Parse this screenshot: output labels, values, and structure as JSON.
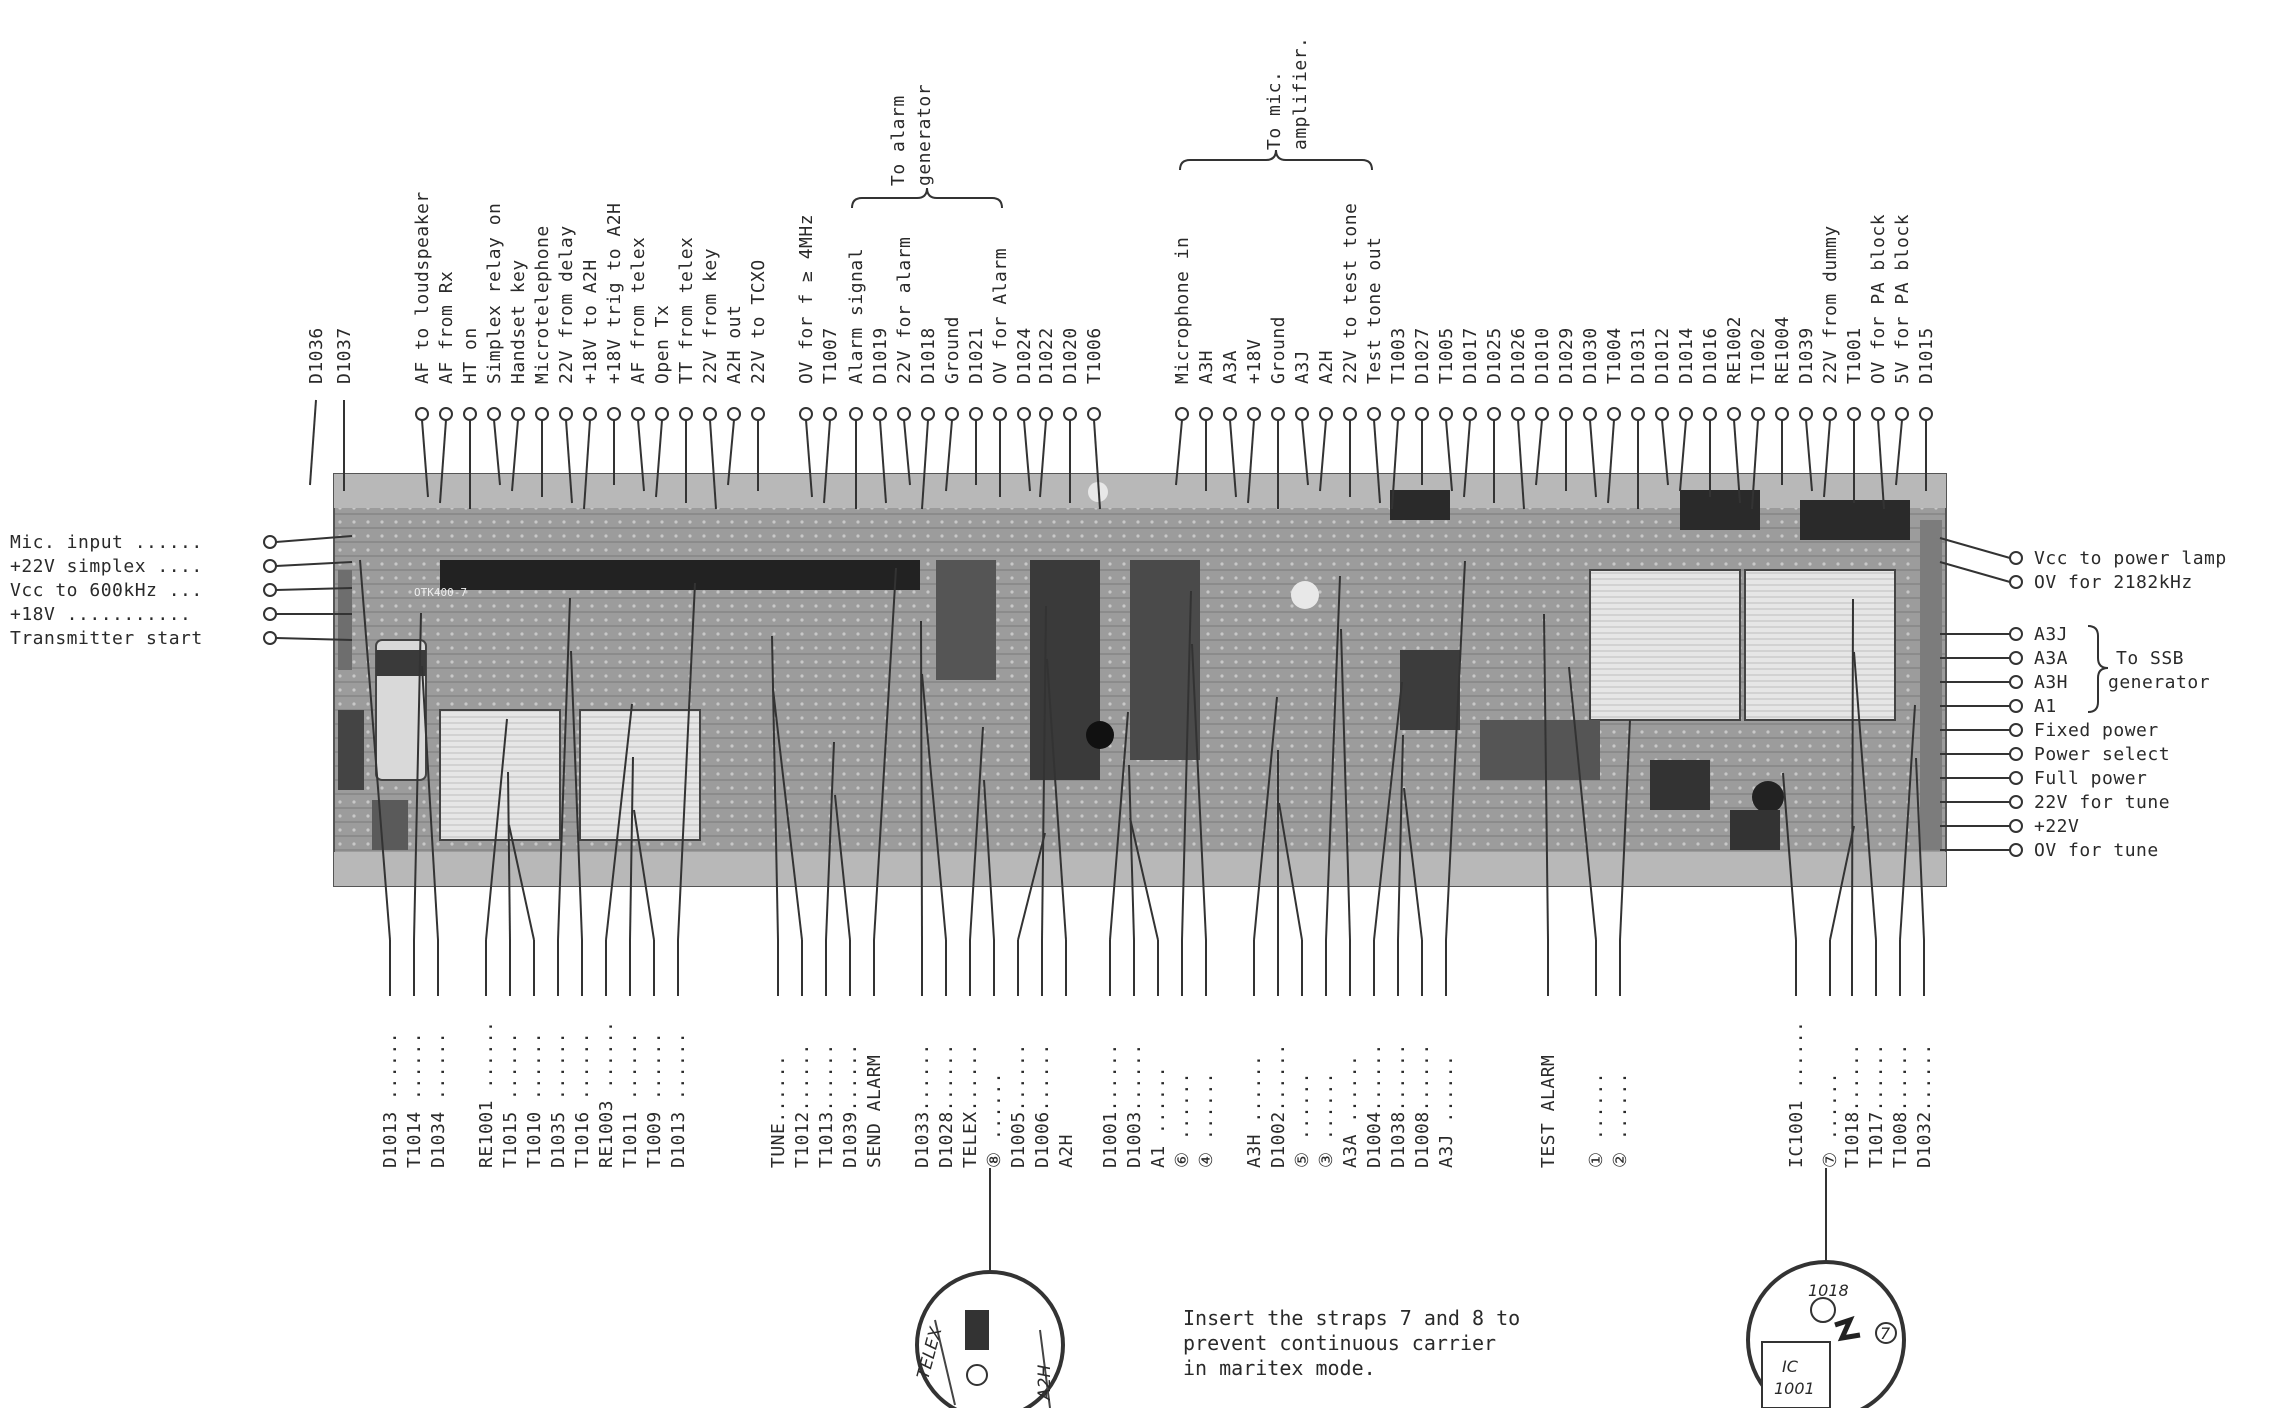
{
  "top_labels": [
    "D1036",
    "D1037",
    "AF to loudspeaker",
    "AF from Rx",
    "HT on",
    "Simplex relay on",
    "Handset key",
    "Microtelephone",
    "22V from delay",
    "+18V to A2H",
    "+18V trig to A2H",
    "AF from telex",
    "Open Tx",
    "TT from telex",
    "22V from key",
    "A2H out",
    "22V to TCXO",
    "OV for f ≥ 4MHz",
    "T1007",
    "Alarm signal",
    "22V for alarm",
    "Ground",
    "OV for Alarm",
    "D1019",
    "D1018",
    "D1021",
    "D1024",
    "D1022",
    "D1020",
    "T1006",
    "Microphone in",
    "A3H",
    "A3A",
    "+18V",
    "Ground",
    "A3J",
    "A2H",
    "22V to test tone",
    "Test tone out",
    "T1003",
    "D1027",
    "T1005",
    "D1017",
    "D1025",
    "D1026",
    "D1010",
    "D1029",
    "D1030",
    "T1004",
    "D1031",
    "D1012",
    "D1014",
    "D1016",
    "RE1002",
    "T1002",
    "RE1004",
    "D1039",
    "22V from dummy",
    "T1001",
    "OV for PA block",
    "5V for PA block",
    "D1015"
  ],
  "brace_labels": {
    "alarm": "To alarm\ngenerator",
    "mic": "To mic.\namplifier."
  },
  "left_labels": [
    "Mic. input ......",
    "+22V simplex ....",
    "Vcc to 600kHz ...",
    "+18V ...........",
    "Transmitter start"
  ],
  "right_labels": [
    "Vcc to power lamp",
    "OV for 2182kHz",
    "A3J",
    "A3A",
    "A3H",
    "A1",
    "Fixed power",
    "Power select",
    "Full power",
    "22V for tune",
    "+22V",
    "OV for tune"
  ],
  "ssb_brace_label": "To SSB\ngenerator",
  "bottom_labels": [
    "D1013 ......",
    "T1014 ......",
    "D1034 ......",
    "RE1001 ......",
    "T1015 ......",
    "T1010 ......",
    "D1035 ......",
    "T1016 ......",
    "RE1003 ......",
    "T1011 ......",
    "T1009 ......",
    "D1013 ......",
    "TUNE......",
    "T1012......",
    "T1013......",
    "D1039......",
    "SEND ALARM",
    "D1033......",
    "D1028......",
    "TELEX......",
    "⑧ ......",
    "D1005......",
    "D1006......",
    "A2H",
    "D1001......",
    "D1003......",
    "A1 ......",
    "⑥ ......",
    "④ ......",
    "A3H ......",
    "D1002......",
    "⑤ ......",
    "③ ......",
    "A3A ......",
    "D1004......",
    "D1038......",
    "D1008......",
    "A3J ......",
    "TEST ALARM",
    "① ......",
    "② ......",
    "IC1001 ......",
    "⑦ ......",
    "T1018......",
    "T1017......",
    "T1008......",
    "D1032......"
  ],
  "note": "Insert the straps 7 and 8 to\nprevent continuous carrier\nin maritex mode.",
  "inset_left_labels": [
    "TELEX",
    "A2H"
  ],
  "inset_right_labels": [
    "1018",
    "7",
    "IC",
    "1001"
  ],
  "board_label": "OTK400-7"
}
